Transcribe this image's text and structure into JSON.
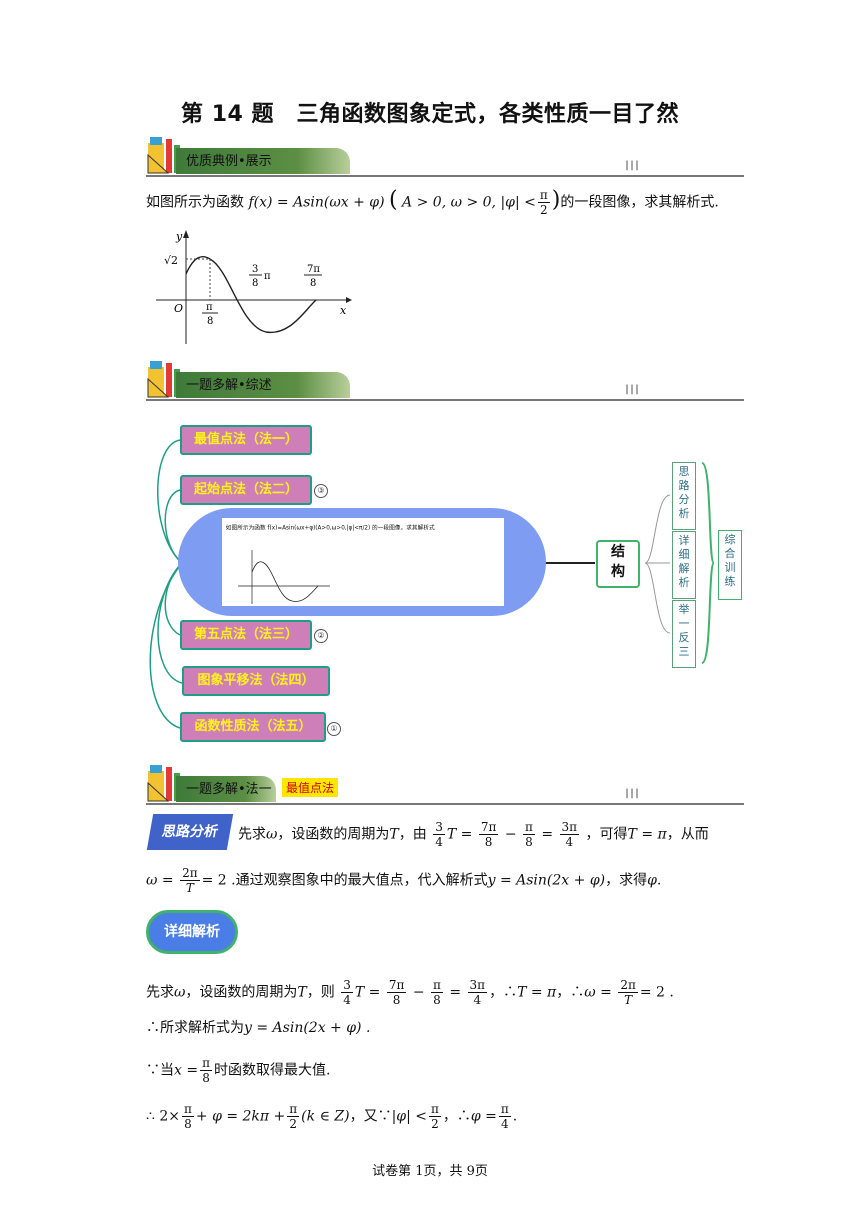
{
  "title": "第 14 题　三角函数图象定式，各类性质一目了然",
  "sections": {
    "example": "优质典例•展示",
    "overview": "一题多解•综述",
    "method1": "一题多解•法一",
    "method1_tag": "最值点法",
    "marks": "|||"
  },
  "problem": {
    "prefix": "如图所示为函数",
    "func": "f(x) = Asin(ωx + φ)",
    "cond": "A > 0, ω > 0, |φ| <",
    "pi": "π",
    "two": "2",
    "suffix": "的一段图像，求其解析式."
  },
  "graph": {
    "y_label": "y",
    "x_label": "x",
    "origin": "O",
    "amp": "√2",
    "tick1_num": "π",
    "tick1_den": "8",
    "tick2_num": "3",
    "tick2_den": "8",
    "tick2_pi": "π",
    "tick3_num": "7π",
    "tick3_den": "8"
  },
  "mindmap": {
    "methods": [
      "最值点法（法一）",
      "起始点法（法二）",
      "第五点法（法三）",
      "图象平移法（法四）",
      "函数性质法（法五）"
    ],
    "badges": [
      "③",
      "②",
      "①"
    ],
    "center_text": "如图所示为函数 f(x)=Asin(ωx+φ)(A>0,ω>0,|φ|<π/2) 的一段图像，求其解析式",
    "structure": [
      "结",
      "构"
    ],
    "branch1": [
      "思",
      "路",
      "分",
      "析"
    ],
    "branch2": [
      "详",
      "细",
      "解",
      "析"
    ],
    "branch3": [
      "举",
      "一",
      "反",
      "三"
    ],
    "branch_right": [
      "综",
      "合",
      "训",
      "练"
    ]
  },
  "analysis": {
    "label": "思路分析",
    "l1a": "先求",
    "omega": "ω",
    "l1b": "，设函数的周期为",
    "T": "T",
    "l1c": "，由",
    "l1d": "，可得",
    "l1e": "T = π",
    "l1f": "，从而",
    "l2a": "ω =",
    "l2b": "= 2 .通过观察图象中的最大值点，代入解析式",
    "l2c": "y = Asin(2x + φ)",
    "l2d": "，求得",
    "phi": "φ",
    "dot": "."
  },
  "fracs": {
    "three_four_n": "3",
    "three_four_d": "4",
    "sevpi_n": "7π",
    "sevpi_d": "8",
    "pi8_n": "π",
    "pi8_d": "8",
    "threepi_n": "3π",
    "threepi_d": "4",
    "twopi_n": "2π",
    "twopi_d": "T",
    "pi2_n": "π",
    "pi2_d": "2",
    "pi4_n": "π",
    "pi4_d": "4"
  },
  "detail": {
    "label": "详细解析",
    "s1a": "先求",
    "s1b": "，设函数的周期为",
    "s1c": "，则",
    "s1d": "，∴",
    "s1e": "T = π",
    "s1f": "，∴",
    "s1g": "ω =",
    "s1h": "= 2 .",
    "s2": "∴所求解析式为",
    "s2b": "y = Asin(2x + φ) .",
    "s3a": "∵当",
    "s3b": "x =",
    "s3c": "时函数取得最大值.",
    "s4a": "∴ 2×",
    "s4b": "+ φ = 2kπ +",
    "s4c": "(k ∈ Z)",
    "s4d": "，又∵",
    "s4e": "|φ| <",
    "s4f": "，∴",
    "s4g": "φ =",
    "s4h": "."
  },
  "footer": "试卷第 1页，共 9页"
}
